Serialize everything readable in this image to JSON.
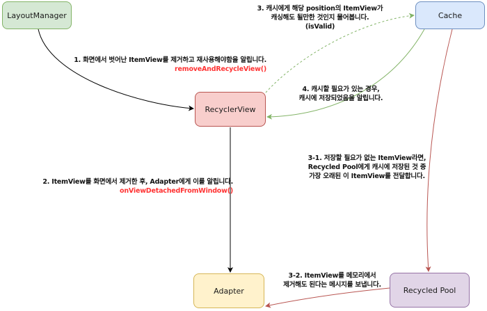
{
  "nodes": {
    "layout_manager": "LayoutManager",
    "cache": "Cache",
    "recycler_view": "RecyclerView",
    "adapter": "Adapter",
    "recycled_pool": "Recycled Pool"
  },
  "edges": {
    "step1": {
      "text": "1. 화면에서 벗어난 ItemView를 제거하고 재사용해야함을 알립니다.",
      "method": "removeAndRecycleView()"
    },
    "step2": {
      "text": "2. ItemView를 화면에서 제거한 후, Adapter에게 이를 알립니다.",
      "method": "onViewDetachedFromWindow()"
    },
    "step3": {
      "line1": "3. 캐시에게 해당 position의 ItemView가",
      "line2": "캐싱해도 될만한 것인지 물어봅니다.",
      "line3": "(isValid)"
    },
    "step4": {
      "line1": "4. 캐시할 필요가 있는 경우,",
      "line2": "캐시에 저장되었음을 알립니다."
    },
    "step3_1": {
      "line1": "3-1. 저장할 필요가 없는 ItemView라면,",
      "line2": "Recycled Pool에게 캐시에 저장된 것 중",
      "line3": "가장 오래된 이 ItemView를 전달합니다."
    },
    "step3_2": {
      "line1": "3-2. ItemView를 메모리에서",
      "line2": "제거해도 된다는 메시지를 보냅니다."
    }
  },
  "colors": {
    "arrow_default": "#000000",
    "arrow_cache_query": "#82b366",
    "arrow_cache_reply": "#82b366",
    "arrow_pool": "#b85450",
    "method_text": "#ff3333"
  }
}
